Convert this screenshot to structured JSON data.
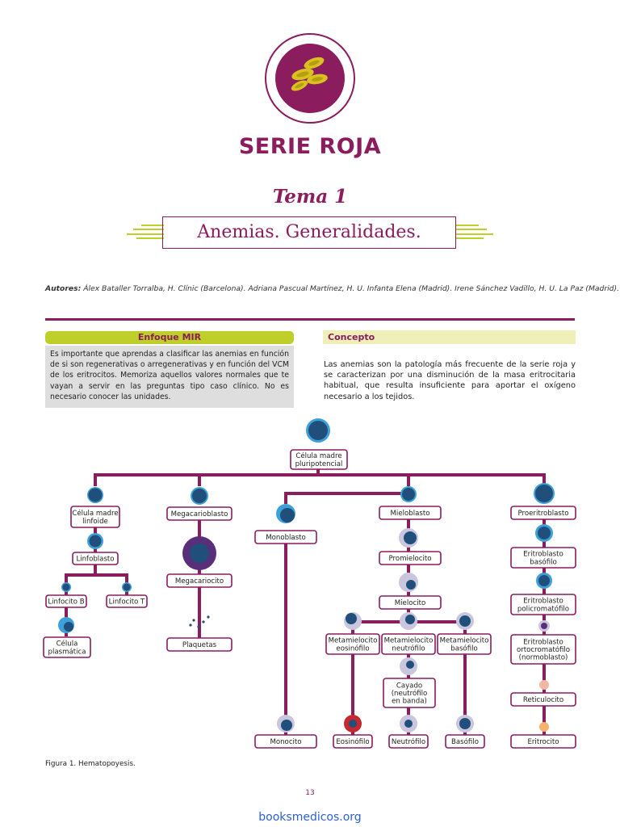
{
  "header": {
    "section_title": "SERIE ROJA",
    "tema": "Tema 1",
    "subtitle": "Anemias. Generalidades."
  },
  "authors": {
    "label": "Autores:",
    "text": "Álex Bataller Torralba, H. Clínic (Barcelona). Adriana Pascual Martínez, H. U. Infanta Elena (Madrid). Irene Sánchez Vadillo, H. U. La Paz (Madrid)."
  },
  "enfoque": {
    "title": "Enfoque MIR",
    "body": "Es importante que aprendas a clasificar las anemias en función de si son regenerativas o arregenerativas y en función del VCM de los eritrocitos. Memoriza aquellos valores normales que te vayan a servir en las preguntas tipo caso clínico. No es necesario conocer las unidades."
  },
  "concepto": {
    "title": "Concepto",
    "body": "Las anemias son la patología más frecuente de la serie roja y se caracterizan por una disminución de la masa eritrocitaria habitual, que resulta insuficiente para aportar el oxígeno necesario a los tejidos."
  },
  "diagram": {
    "nodes": {
      "celula_madre": [
        "Célula madre",
        "pluripotencial"
      ],
      "madre_linfoide": [
        "Célula madre",
        "linfoide"
      ],
      "linfoblasto": [
        "Linfoblasto"
      ],
      "linfocito_b": [
        "Linfocito B"
      ],
      "linfocito_t": [
        "Linfocito T"
      ],
      "plasmatica": [
        "Célula",
        "plasmática"
      ],
      "megacarioblasto": [
        "Megacarioblasto"
      ],
      "megacariocito": [
        "Megacariocito"
      ],
      "plaquetas": [
        "Plaquetas"
      ],
      "monoblasto": [
        "Monoblasto"
      ],
      "monocito": [
        "Monocito"
      ],
      "mieloblasto": [
        "Mieloblasto"
      ],
      "promielocito": [
        "Promielocito"
      ],
      "mielocito": [
        "Mielocito"
      ],
      "meta_eos": [
        "Metamielocito",
        "eosinófilo"
      ],
      "meta_neu": [
        "Metamielocito",
        "neutrófilo"
      ],
      "meta_bas": [
        "Metamielocito",
        "basófilo"
      ],
      "cayado": [
        "Cayado",
        "(neutrófilo",
        "en banda)"
      ],
      "eosinofilo": [
        "Eosinófilo"
      ],
      "neutrofilo": [
        "Neutrófilo"
      ],
      "basofilo": [
        "Basófilo"
      ],
      "proeritroblasto": [
        "Proeritroblasto"
      ],
      "eri_basofilo": [
        "Eritroblasto",
        "basófilo"
      ],
      "eri_poli": [
        "Eritroblasto",
        "policromatófilo"
      ],
      "eri_orto": [
        "Eritroblasto",
        "ortocromatófilo",
        "(normoblasto)"
      ],
      "reticulocito": [
        "Reticulocito"
      ],
      "eritrocito": [
        "Eritrocito"
      ]
    }
  },
  "caption": "Figura 1. Hematopoyesis.",
  "page_number": "13",
  "site": "booksmedicos.org",
  "colors": {
    "accent": "#8b1c5e",
    "lime": "#bfcf2a",
    "cell_dark": "#1f4f7a",
    "cell_light": "#3ea0d8"
  }
}
